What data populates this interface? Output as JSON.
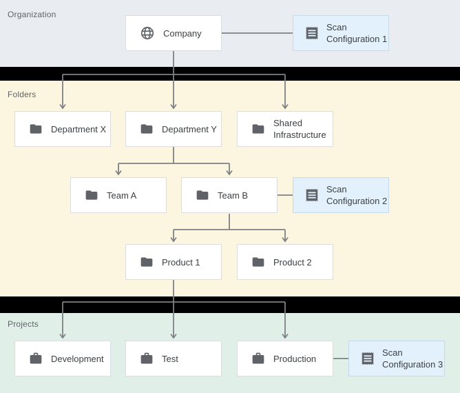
{
  "sections": {
    "organization": {
      "label": "Organization"
    },
    "folders": {
      "label": "Folders"
    },
    "projects": {
      "label": "Projects"
    }
  },
  "nodes": {
    "company": {
      "label": "Company",
      "icon": "globe-icon",
      "section": "organization"
    },
    "scan_config_1": {
      "label": "Scan\nConfiguration 1",
      "icon": "receipt-icon",
      "section": "organization"
    },
    "department_x": {
      "label": "Department X",
      "icon": "folder-icon",
      "section": "folders"
    },
    "department_y": {
      "label": "Department Y",
      "icon": "folder-icon",
      "section": "folders"
    },
    "shared_infrastructure": {
      "label": "Shared\nInfrastructure",
      "icon": "folder-icon",
      "section": "folders"
    },
    "team_a": {
      "label": "Team A",
      "icon": "folder-icon",
      "section": "folders"
    },
    "team_b": {
      "label": "Team B",
      "icon": "folder-icon",
      "section": "folders"
    },
    "scan_config_2": {
      "label": "Scan\nConfiguration 2",
      "icon": "receipt-icon",
      "section": "folders"
    },
    "product_1": {
      "label": "Product 1",
      "icon": "folder-icon",
      "section": "folders"
    },
    "product_2": {
      "label": "Product 2",
      "icon": "folder-icon",
      "section": "folders"
    },
    "development": {
      "label": "Development",
      "icon": "briefcase-icon",
      "section": "projects"
    },
    "test": {
      "label": "Test",
      "icon": "briefcase-icon",
      "section": "projects"
    },
    "production": {
      "label": "Production",
      "icon": "briefcase-icon",
      "section": "projects"
    },
    "scan_config_3": {
      "label": "Scan\nConfiguration 3",
      "icon": "receipt-icon",
      "section": "projects"
    }
  },
  "edges": [
    {
      "from": "company",
      "to": "department_x",
      "type": "hierarchy"
    },
    {
      "from": "company",
      "to": "department_y",
      "type": "hierarchy"
    },
    {
      "from": "company",
      "to": "shared_infrastructure",
      "type": "hierarchy"
    },
    {
      "from": "department_y",
      "to": "team_a",
      "type": "hierarchy"
    },
    {
      "from": "department_y",
      "to": "team_b",
      "type": "hierarchy"
    },
    {
      "from": "team_b",
      "to": "product_1",
      "type": "hierarchy"
    },
    {
      "from": "team_b",
      "to": "product_2",
      "type": "hierarchy"
    },
    {
      "from": "product_1",
      "to": "development",
      "type": "hierarchy"
    },
    {
      "from": "product_1",
      "to": "test",
      "type": "hierarchy"
    },
    {
      "from": "product_1",
      "to": "production",
      "type": "hierarchy"
    },
    {
      "from": "company",
      "to": "scan_config_1",
      "type": "association"
    },
    {
      "from": "team_b",
      "to": "scan_config_2",
      "type": "association"
    },
    {
      "from": "production",
      "to": "scan_config_3",
      "type": "association"
    }
  ],
  "colors": {
    "organization_bg": "#e9edf2",
    "folders_bg": "#fcf5e0",
    "projects_bg": "#e0f0e9",
    "divider": "#000000",
    "node_bg": "#ffffff",
    "node_border": "#dadce0",
    "scan_bg": "#e3f1fc",
    "scan_border": "#c5d9e8",
    "connector": "#7d8084",
    "icon": "#5f6368",
    "label_text": "#3c4043",
    "section_label_text": "#5f6368"
  }
}
